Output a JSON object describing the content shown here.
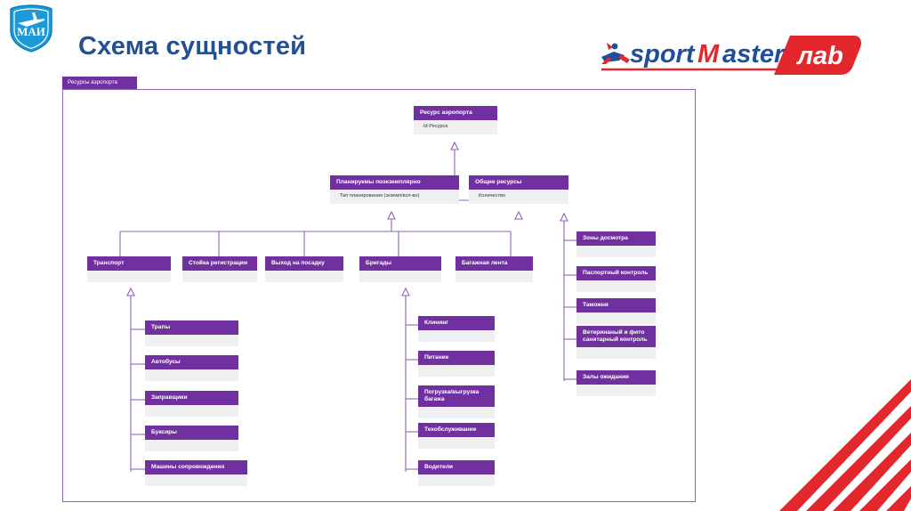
{
  "header": {
    "title": "Схема сущностей",
    "mai_logo_text": "МАИ",
    "brand": {
      "word1": "sport",
      "word2_first": "M",
      "word2_rest": "aster",
      "lab": "лаb"
    }
  },
  "diagram": {
    "package_tab": "Ресурсы аэропорта",
    "accent_color": "#7030A0",
    "attr_bg": "#F0F0F0",
    "line_color": "#8E63B8",
    "nodes": {
      "root": {
        "title": "Ресурс аэропорта",
        "attr": "Id Ресурса"
      },
      "per_instance": {
        "title": "Планируемы поэкземплярно",
        "attr": "Тип планирования (экземп/кол-во)"
      },
      "shared": {
        "title": "Общие ресурсы",
        "attr": "Количество"
      },
      "transport": {
        "title": "Транспорт",
        "attr": ""
      },
      "checkin": {
        "title": "Стойка регистрации",
        "attr": ""
      },
      "gate": {
        "title": "Выход на посадку",
        "attr": ""
      },
      "brigades": {
        "title": "Бригады",
        "attr": ""
      },
      "belt": {
        "title": "Багажная лента",
        "attr": ""
      },
      "ramps": {
        "title": "Трапы",
        "attr": ""
      },
      "buses": {
        "title": "Автобусы",
        "attr": ""
      },
      "fuelers": {
        "title": "Заправщики",
        "attr": ""
      },
      "tugs": {
        "title": "Буксиры",
        "attr": ""
      },
      "escort": {
        "title": "Машины сопровождения",
        "attr": ""
      },
      "cleaning": {
        "title": "Клининг",
        "attr": ""
      },
      "catering": {
        "title": "Питание",
        "attr": ""
      },
      "baggage": {
        "title": "Погрузка/выгрузка багажа",
        "attr": ""
      },
      "maintenance": {
        "title": "Техобслуживание",
        "attr": ""
      },
      "drivers": {
        "title": "Водители",
        "attr": ""
      },
      "screening": {
        "title": "Зоны досмотра",
        "attr": ""
      },
      "passport": {
        "title": "Паспортный контроль",
        "attr": ""
      },
      "customs": {
        "title": "Таможня",
        "attr": ""
      },
      "vet": {
        "title": "Ветеринаный и фито санитарный контроль",
        "attr": ""
      },
      "lounges": {
        "title": "Залы ожидания",
        "attr": ""
      }
    }
  }
}
